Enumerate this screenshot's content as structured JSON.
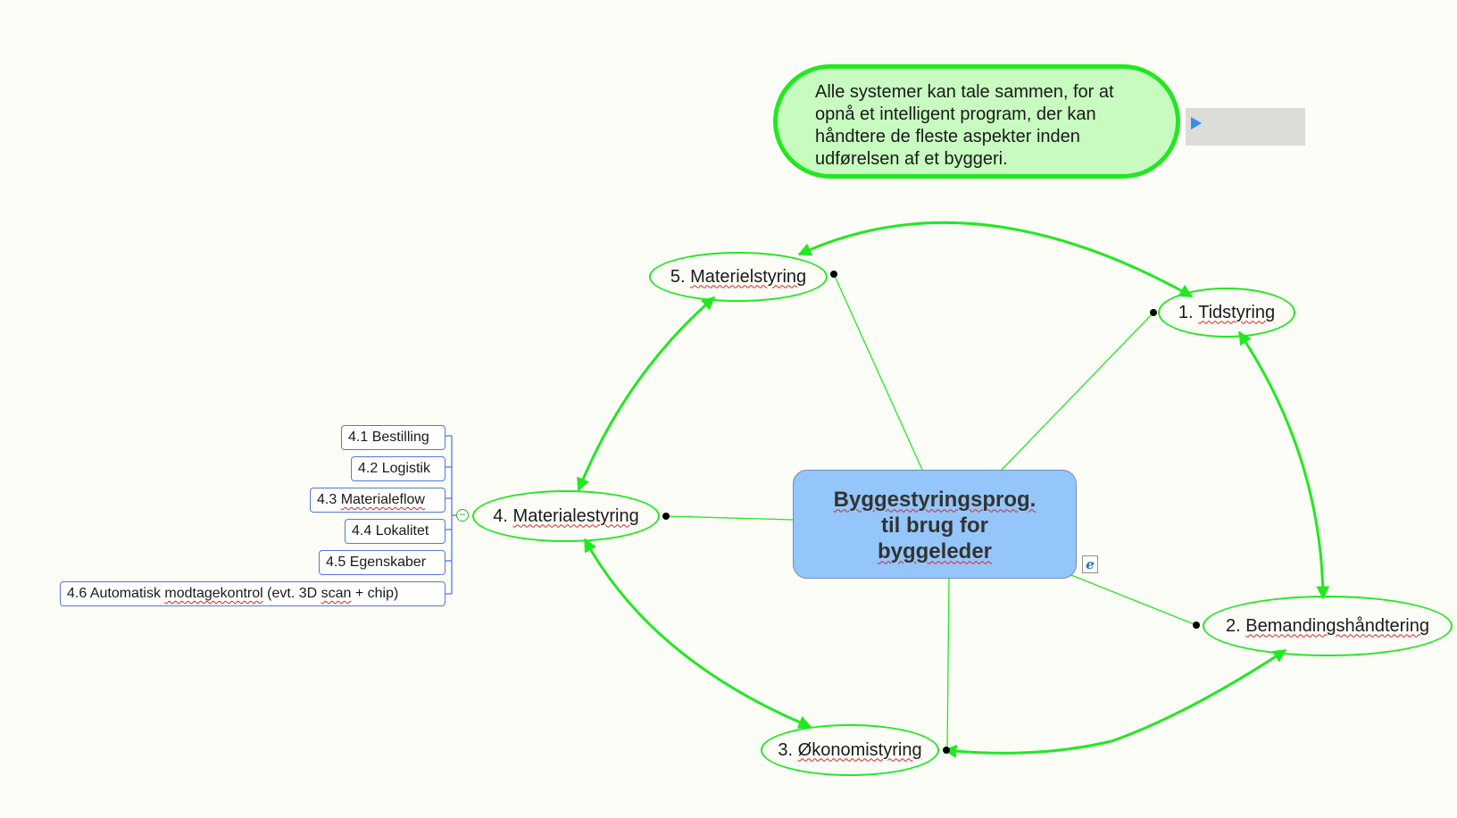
{
  "central_topic": {
    "lines": [
      "Byggestyringsprog.",
      "til brug for",
      "byggeleder"
    ]
  },
  "callout": {
    "lines": [
      "Alle systemer kan tale sammen, for at",
      "opnå et intelligent program, der kan",
      "håndtere de fleste aspekter inden",
      "udførelsen af et byggeri."
    ]
  },
  "nodes": {
    "tidstyring": {
      "num": "1.",
      "word": "Tidstyring"
    },
    "bemanding": {
      "num": "2.",
      "word": "Bemandingshåndtering"
    },
    "okonomi": {
      "num": "3.",
      "word": "Økonomistyring"
    },
    "materiale": {
      "num": "4.",
      "word": "Materialestyring"
    },
    "materiel": {
      "num": "5.",
      "word": "Materielstyring"
    }
  },
  "subtopics": [
    {
      "num": "4.1",
      "text": "Bestilling"
    },
    {
      "num": "4.2",
      "text": "Logistik"
    },
    {
      "num": "4.3",
      "text": "Materialeflow"
    },
    {
      "num": "4.4",
      "text": "Lokalitet"
    },
    {
      "num": "4.5",
      "text": "Egenskaber"
    },
    {
      "num": "4.6",
      "pre": "Automatisk ",
      "word": "modtagekontrol",
      "mid": " (evt. 3D ",
      "word2": "scan",
      "post": " + chip)"
    }
  ],
  "colors": {
    "relationship": "#22e822",
    "central_fill": "#94c6fb",
    "callout_fill": "#c8fbc0",
    "subtopic_border": "#5577dd"
  },
  "icons": [
    "ie-hyperlink-icon",
    "callout-expand-arrow-icon",
    "collapse-minus-icon"
  ]
}
